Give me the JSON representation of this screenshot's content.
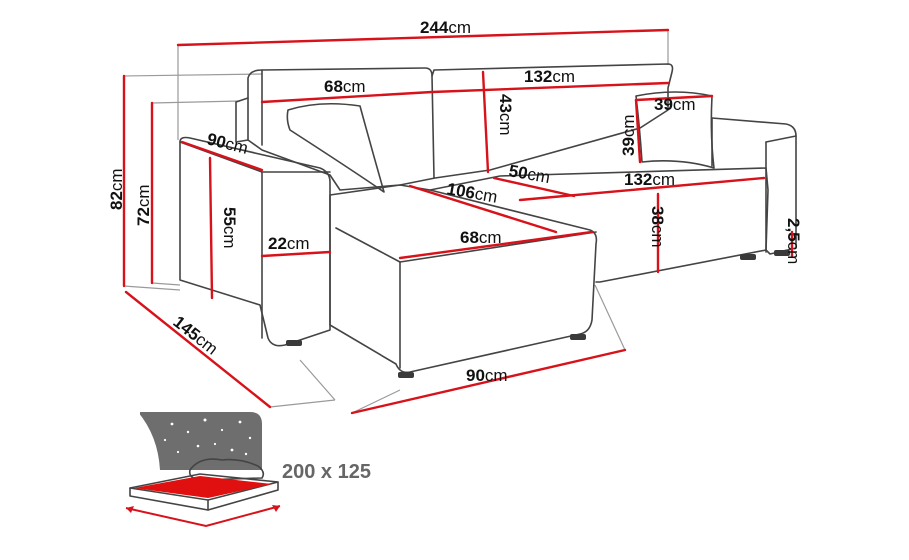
{
  "diagram": {
    "dimensions": [
      {
        "id": "total-width",
        "value": "244",
        "unit": "cm"
      },
      {
        "id": "backrest-left",
        "value": "68",
        "unit": "cm"
      },
      {
        "id": "backrest-right",
        "value": "132",
        "unit": "cm"
      },
      {
        "id": "backrest-height",
        "value": "43",
        "unit": "cm"
      },
      {
        "id": "pillow-width",
        "value": "39",
        "unit": "cm"
      },
      {
        "id": "pillow-height",
        "value": "39",
        "unit": "cm"
      },
      {
        "id": "armrest-depth",
        "value": "90",
        "unit": "cm"
      },
      {
        "id": "seat-depth-right",
        "value": "50",
        "unit": "cm"
      },
      {
        "id": "chaise-length",
        "value": "106",
        "unit": "cm"
      },
      {
        "id": "seat-width-right",
        "value": "132",
        "unit": "cm"
      },
      {
        "id": "armrest-height",
        "value": "55",
        "unit": "cm"
      },
      {
        "id": "armrest-width",
        "value": "22",
        "unit": "cm"
      },
      {
        "id": "chaise-seat-width",
        "value": "68",
        "unit": "cm"
      },
      {
        "id": "seat-height",
        "value": "38",
        "unit": "cm"
      },
      {
        "id": "leg-height",
        "value": "2,5",
        "unit": "cm"
      },
      {
        "id": "total-height",
        "value": "82",
        "unit": "cm"
      },
      {
        "id": "back-height",
        "value": "72",
        "unit": "cm"
      },
      {
        "id": "total-depth",
        "value": "145",
        "unit": "cm"
      },
      {
        "id": "chaise-width",
        "value": "90",
        "unit": "cm"
      }
    ],
    "bed": {
      "size": "200 x 125"
    },
    "colors": {
      "dimension_line": "#d8121a",
      "outline": "#444444",
      "bed_mattress": "#e01010",
      "night_sky": "#6e6e6e"
    }
  }
}
